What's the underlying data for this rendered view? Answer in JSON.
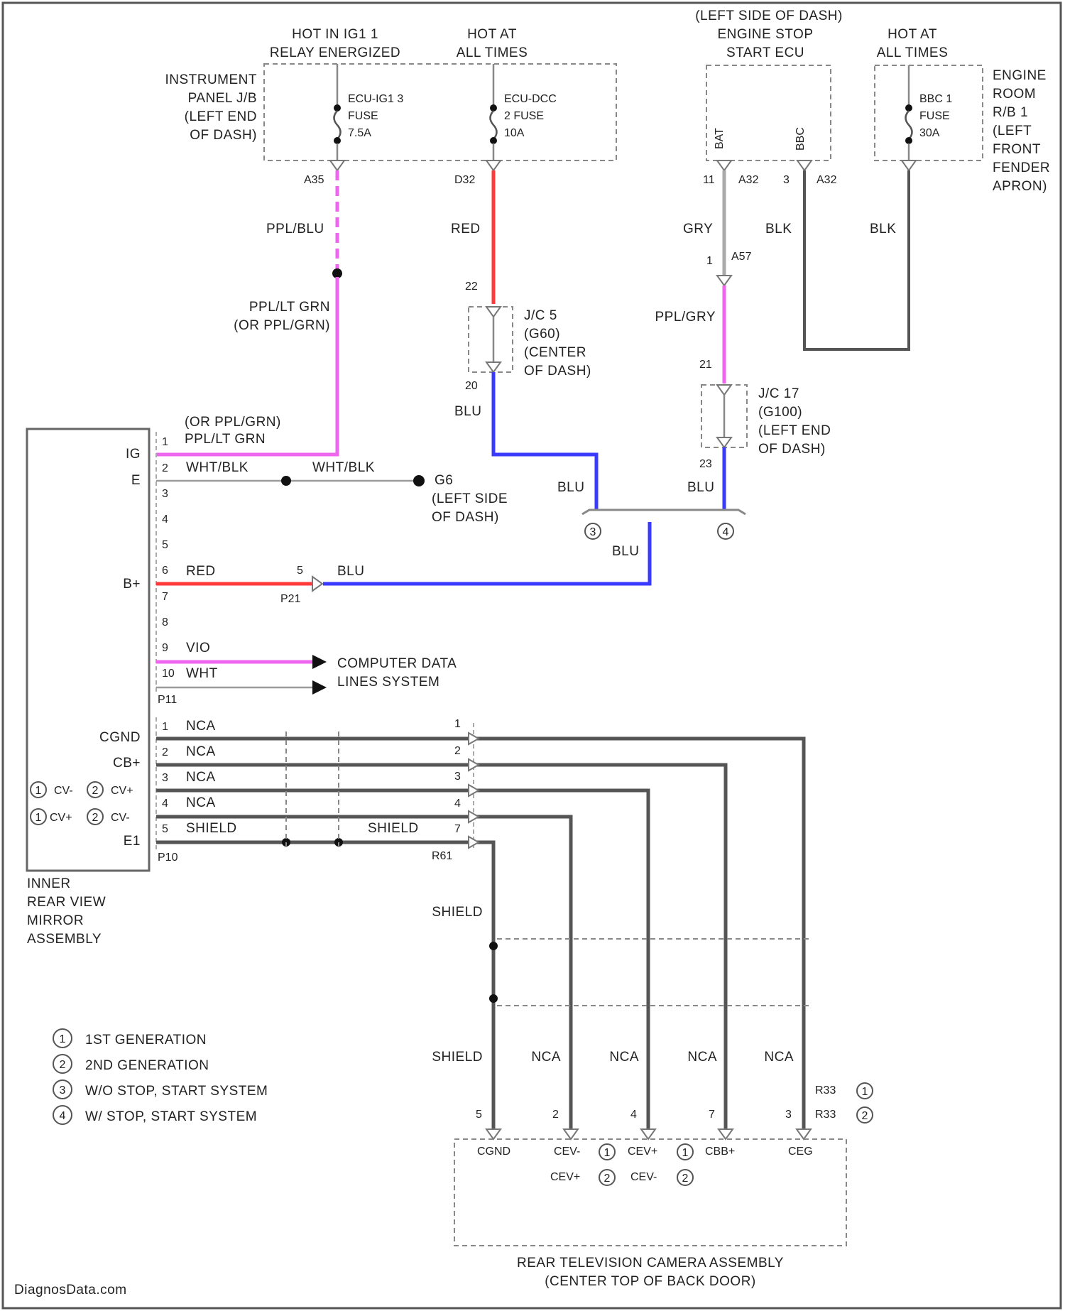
{
  "title_labels": {
    "hot_ig1": [
      "HOT IN IG1 1",
      "RELAY ENERGIZED"
    ],
    "hot_always_1": [
      "HOT AT",
      "ALL TIMES"
    ],
    "ecu_top": [
      "(LEFT SIDE OF DASH)",
      "ENGINE STOP",
      "START ECU"
    ],
    "hot_always_2": [
      "HOT AT",
      "ALL TIMES"
    ]
  },
  "blocks": {
    "instrument_panel_jb": [
      "INSTRUMENT",
      "PANEL J/B",
      "(LEFT END",
      "OF DASH)"
    ],
    "engine_room_rb": [
      "ENGINE",
      "ROOM",
      "R/B 1",
      "(LEFT",
      "FRONT",
      "FENDER",
      "APRON)"
    ],
    "jc5": [
      "J/C 5",
      "(G60)",
      "(CENTER",
      "OF DASH)"
    ],
    "jc17": [
      "J/C 17",
      "(G100)",
      "(LEFT END",
      "OF DASH)"
    ],
    "ground_ge": [
      "G6",
      "(LEFT SIDE",
      "OF DASH)"
    ],
    "mirror": [
      "INNER",
      "REAR VIEW",
      "MIRROR",
      "ASSEMBLY"
    ],
    "camera": [
      "REAR TELEVISION CAMERA ASSEMBLY",
      "(CENTER TOP OF BACK DOOR)"
    ],
    "computer_data": [
      "COMPUTER DATA",
      "LINES SYSTEM"
    ]
  },
  "fuses": {
    "f1": [
      "ECU-IG1 3",
      "FUSE",
      "7.5A"
    ],
    "f2": [
      "ECU-DCC",
      "2 FUSE",
      "10A"
    ],
    "f3": [
      "BBC 1",
      "FUSE",
      "30A"
    ]
  },
  "connectors": {
    "a35": "A35",
    "d32": "D32",
    "a32a": "A32",
    "a32b": "A32",
    "a57": "A57",
    "pin11": "11",
    "pin3": "3",
    "pin1": "1",
    "p21": "P21",
    "p10": "P10",
    "p11": "P11",
    "r61": "R61",
    "r33a": "R33",
    "r33b": "R33",
    "ecu_bat": "BAT",
    "ecu_bbc": "BBC",
    "jc5_22": "22",
    "jc5_20": "20",
    "jc17_21": "21",
    "jc17_23": "23",
    "p21_pin": "5"
  },
  "wire_colors": {
    "ppl_blu": "PPL/BLU",
    "ppl_lt_grn": [
      "PPL/LT GRN",
      "(OR PPL/GRN)"
    ],
    "red": "RED",
    "blu": "BLU",
    "gry": "GRY",
    "blk": "BLK",
    "ppl_gry": "PPL/GRY",
    "mirror_pin1": [
      "(OR PPL/GRN)",
      "PPL/LT GRN"
    ],
    "wht_blk": "WHT/BLK",
    "vio": "VIO",
    "wht": "WHT",
    "nca": "NCA",
    "shield": "SHIELD"
  },
  "mirror_pins": {
    "ig": "IG",
    "e": "E",
    "bplus": "B+",
    "cgnd": "CGND",
    "cbplus": "CB+",
    "cvminus": "CV-",
    "cvplus": "CV+",
    "e1": "E1",
    "nums": [
      "1",
      "2",
      "3",
      "4",
      "5",
      "6",
      "7",
      "8",
      "9",
      "10"
    ],
    "cam_nums": [
      "1",
      "2",
      "3",
      "4",
      "5"
    ],
    "right_nums": [
      "1",
      "2",
      "3",
      "4",
      "7"
    ]
  },
  "camera_pins": {
    "cgnd": "CGND",
    "cev": "CEV-",
    "cevplus": "CEV+",
    "cbbplus": "CBB+",
    "ceg": "CEG",
    "nums": [
      "5",
      "2",
      "4",
      "7",
      "3"
    ],
    "cev_alt": "CEV+",
    "cev_alt2": "CEV-"
  },
  "legend": [
    {
      "num": "1",
      "text": "1ST GENERATION"
    },
    {
      "num": "2",
      "text": "2ND GENERATION"
    },
    {
      "num": "3",
      "text": "W/O STOP, START SYSTEM"
    },
    {
      "num": "4",
      "text": "W/ STOP, START SYSTEM"
    }
  ],
  "watermark": "DiagnosData.com",
  "colors": {
    "red": "#ff3a3a",
    "blue": "#3a3aff",
    "pink": "#ee66ee",
    "gray": "#555555"
  }
}
